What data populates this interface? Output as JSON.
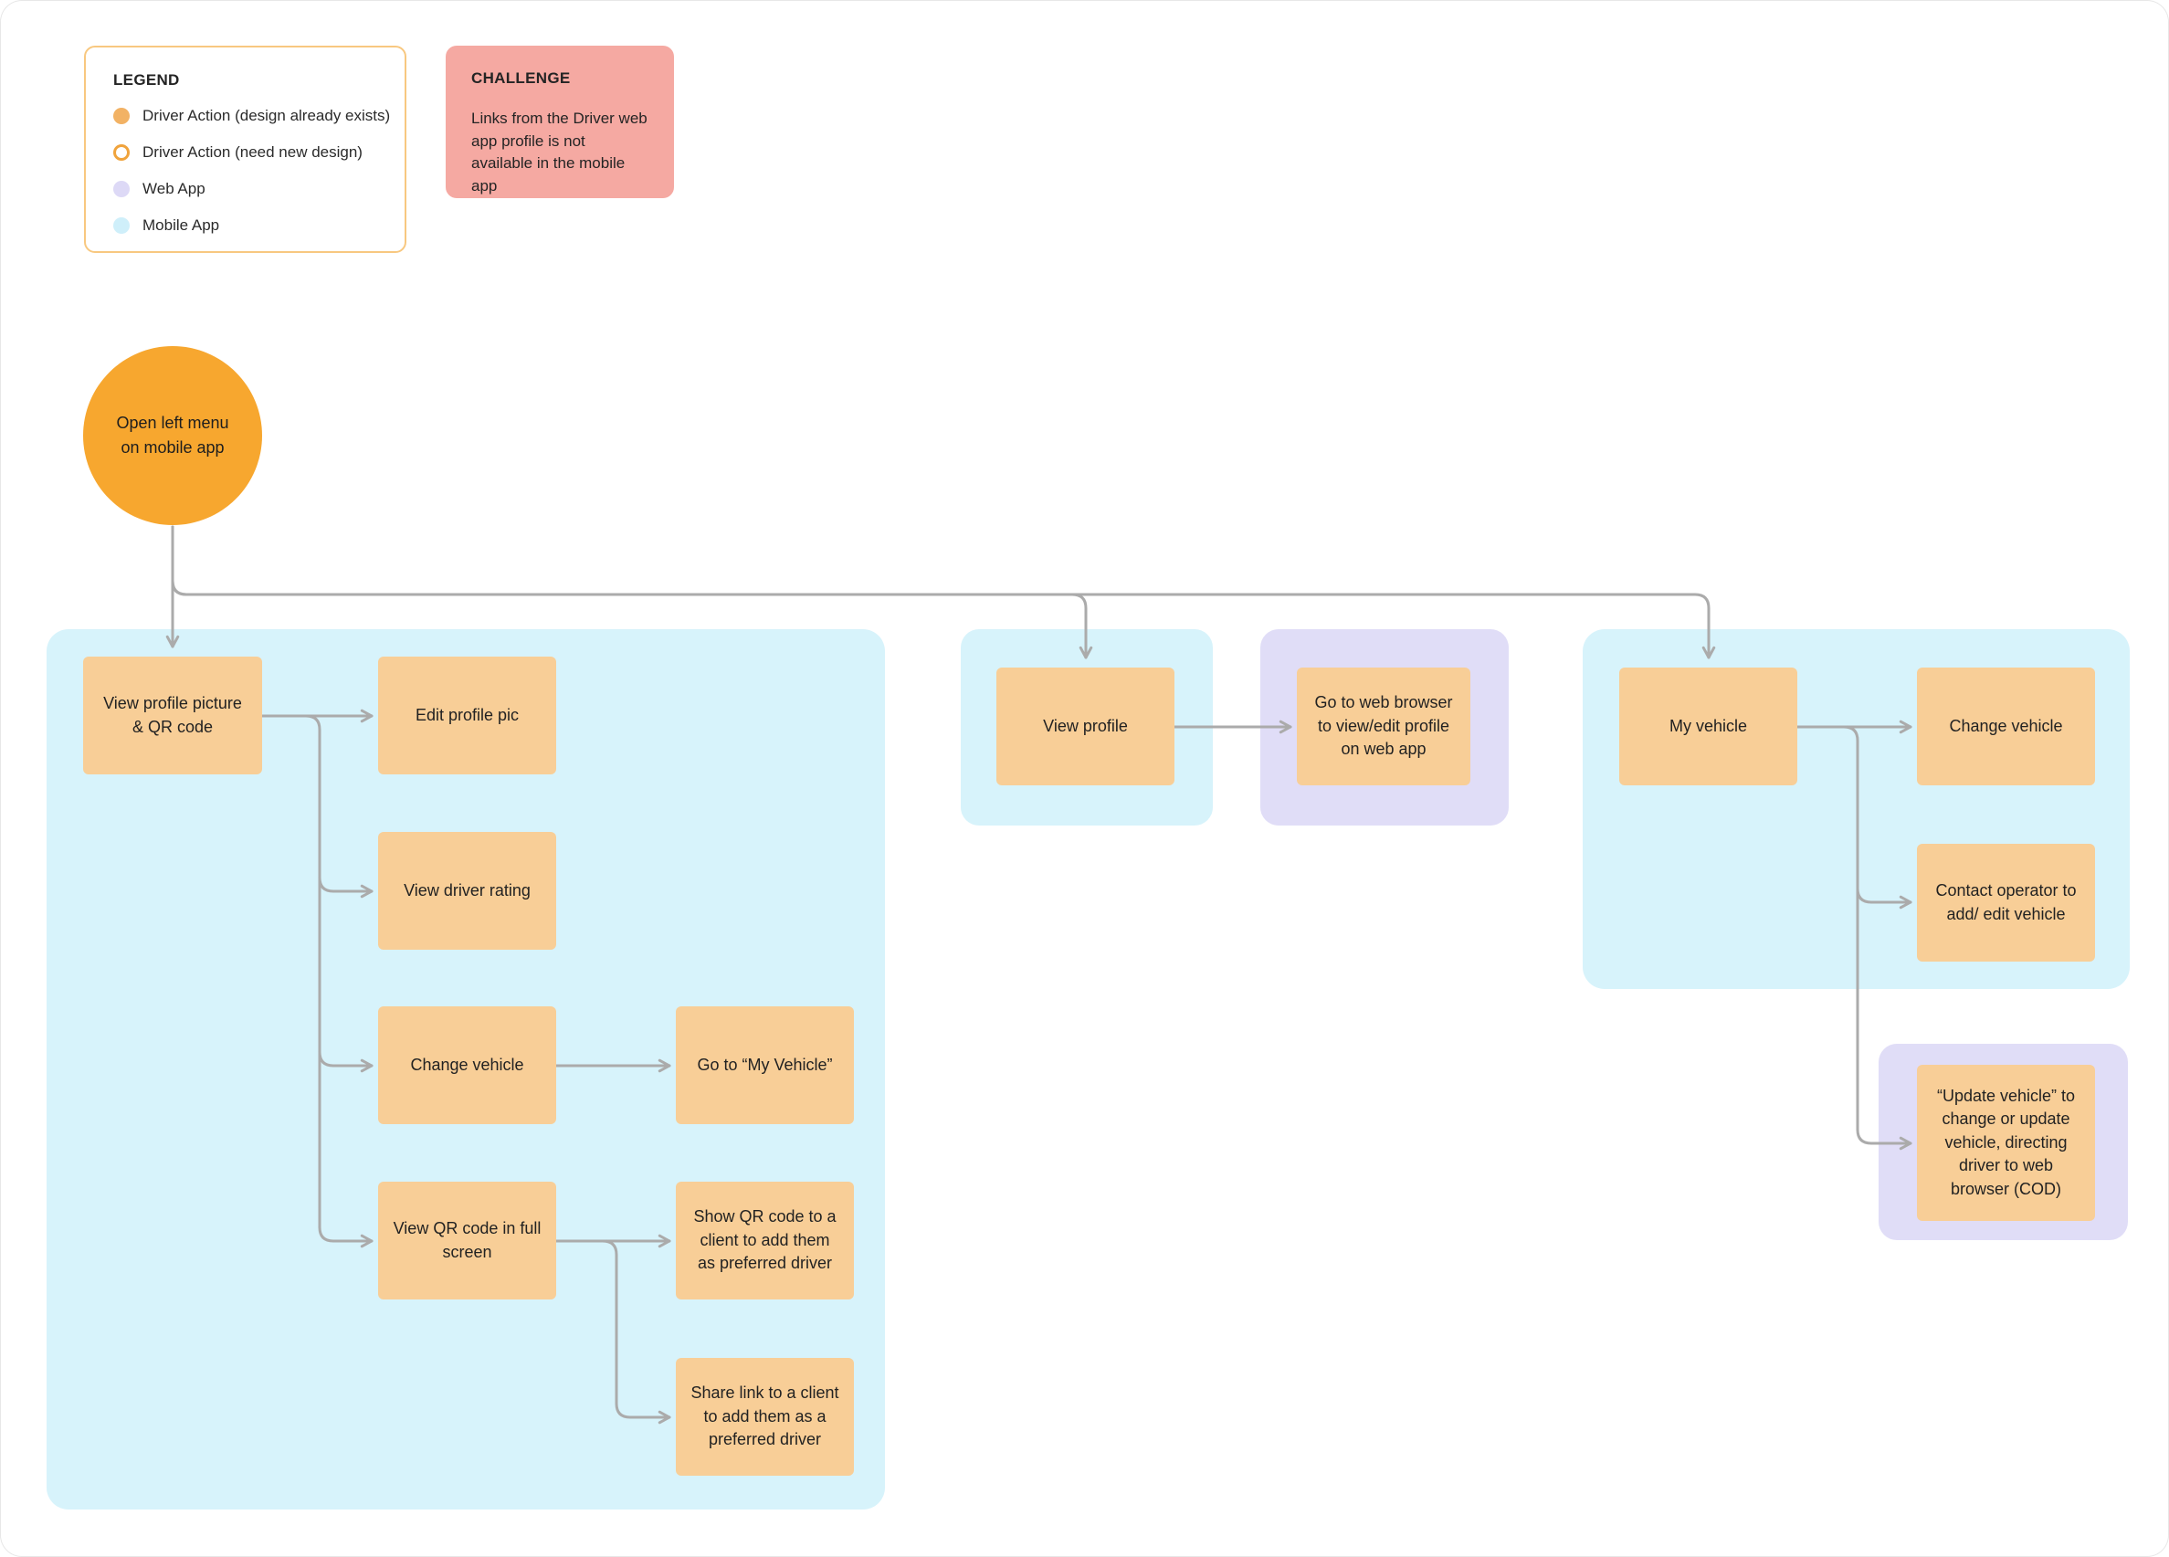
{
  "legend": {
    "title": "LEGEND",
    "items": [
      {
        "label": "Driver Action (design already exists)",
        "swatch": "filled-orange"
      },
      {
        "label": "Driver Action (need new design)",
        "swatch": "outlined-orange"
      },
      {
        "label": "Web App",
        "swatch": "purple"
      },
      {
        "label": "Mobile App",
        "swatch": "blue"
      }
    ]
  },
  "challenge": {
    "title": "CHALLENGE",
    "text": "Links from the Driver web app profile is not available in the mobile app"
  },
  "start_node": {
    "label": "Open left menu on mobile app"
  },
  "nodes": {
    "view_profile_pic_qr": "View profile picture & QR code",
    "edit_profile_pic": "Edit profile pic",
    "view_driver_rating": "View driver rating",
    "change_vehicle": "Change vehicle",
    "go_to_my_vehicle": "Go to “My Vehicle”",
    "view_qr_full_screen": "View QR code in full screen",
    "show_qr_code": "Show QR code to a client to add them as preferred driver",
    "share_link": "Share link to a client to add them as a preferred driver",
    "view_profile": "View profile",
    "go_to_web_browser": "Go to web browser to view/edit profile on web app",
    "my_vehicle": "My vehicle",
    "change_vehicle_2": "Change vehicle",
    "contact_operator": "Contact operator to add/ edit vehicle",
    "update_vehicle": "“Update vehicle” to change or update vehicle, directing driver to web browser (COD)"
  },
  "colors": {
    "node_fill": "#F8CE97",
    "start_fill": "#F7A72F",
    "mobile_container": "#D7F3FB",
    "web_container": "#E0DDF7",
    "challenge_fill": "#F5A9A2",
    "legend_border": "#F8C880",
    "legend_swatch_filled": "#F2B264",
    "legend_swatch_outline": "#F0A33C",
    "legend_swatch_web": "#DDD9F6",
    "legend_swatch_mobile": "#CFEFFA",
    "connector": "#ABABAB",
    "text": "#242424"
  }
}
